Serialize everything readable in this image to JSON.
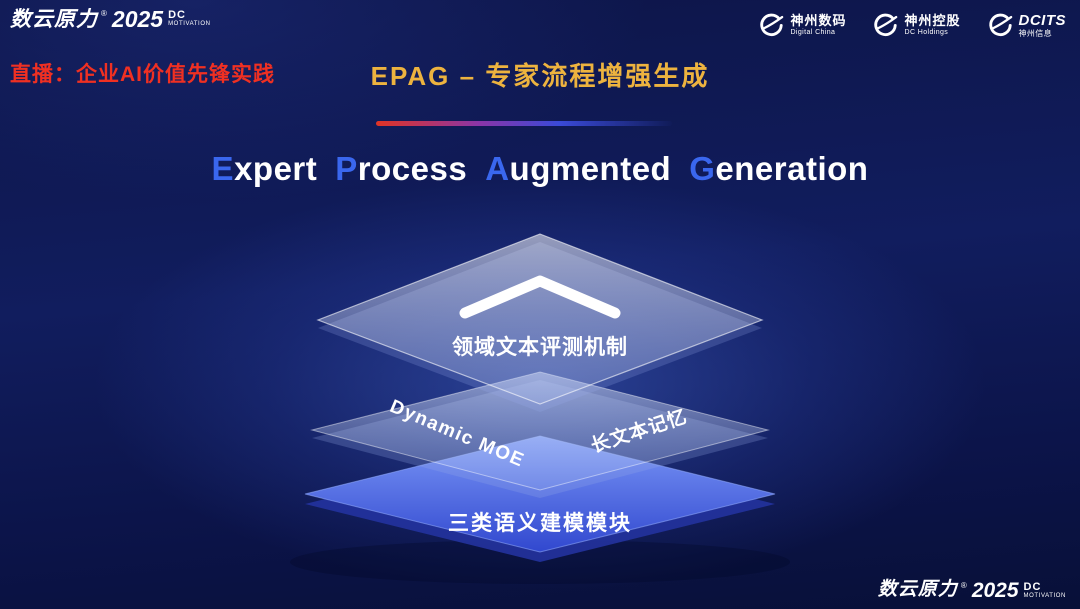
{
  "brand": {
    "name": "数云原力",
    "reg": "®",
    "year": "2025",
    "dc": "DC",
    "motivation": "MOTIVATION"
  },
  "header": {
    "live_label": "直播：企业AI价值先锋实践",
    "title": "EPAG – 专家流程增强生成"
  },
  "subtitle": {
    "full_text": "Expert Process Augmented Generation",
    "words": [
      {
        "initial": "E",
        "rest": "xpert"
      },
      {
        "initial": "P",
        "rest": "rocess"
      },
      {
        "initial": "A",
        "rest": "ugmented"
      },
      {
        "initial": "G",
        "rest": "eneration"
      }
    ]
  },
  "partner_logos": [
    {
      "icon": "digital-china-swoosh-icon",
      "name": "神州数码",
      "sub": "Digital China"
    },
    {
      "icon": "dc-holdings-swoosh-icon",
      "name": "神州控股",
      "sub": "DC Holdings"
    },
    {
      "icon": "dcits-swoosh-icon",
      "name": "DCITS",
      "sub": "神州信息"
    }
  ],
  "diagram": {
    "chevron_icon": "chevron-up-icon",
    "layer_top_label": "领域文本评测机制",
    "layer_middle_label_left": "Dynamic MOE",
    "layer_middle_label_right": "长文本记忆",
    "layer_bottom_label": "三类语义建模模块"
  },
  "colors": {
    "title_gold": "#edb33f",
    "live_red": "#f03022",
    "accent_blue": "#3a67ee",
    "bottom_layer_blue": "#3c55d8",
    "background_navy": "#0d1548"
  }
}
